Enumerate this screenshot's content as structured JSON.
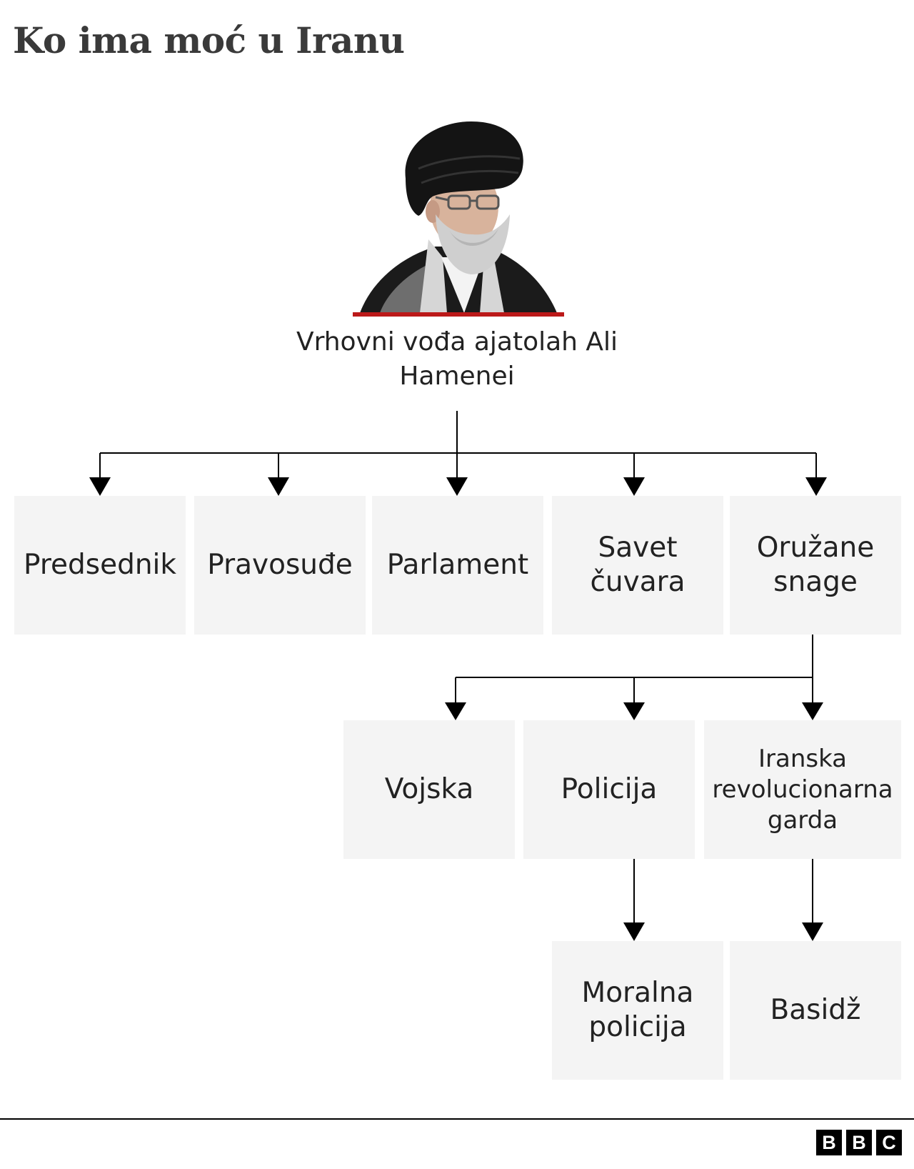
{
  "title": "Ko ima moć u Iranu",
  "colors": {
    "box_fill": "#f4f4f4",
    "line": "#000000",
    "accent": "#bb1919",
    "text": "#222222"
  },
  "leader": {
    "name": "Vrhovni vođa ajatolah Ali Hamenei",
    "image": "portrait-of-supreme-leader"
  },
  "level1": [
    {
      "label": "Predsednik"
    },
    {
      "label": "Pravosuđe"
    },
    {
      "label": "Parlament"
    },
    {
      "label": "Savet čuvara"
    },
    {
      "label": "Oružane snage"
    }
  ],
  "level2": [
    {
      "label": "Vojska"
    },
    {
      "label": "Policija"
    },
    {
      "label": "Iranska revolucionarna garda"
    }
  ],
  "level3": [
    {
      "label": "Moralna policija"
    },
    {
      "label": "Basidž"
    }
  ],
  "footer": {
    "logo": [
      "B",
      "B",
      "C"
    ]
  }
}
